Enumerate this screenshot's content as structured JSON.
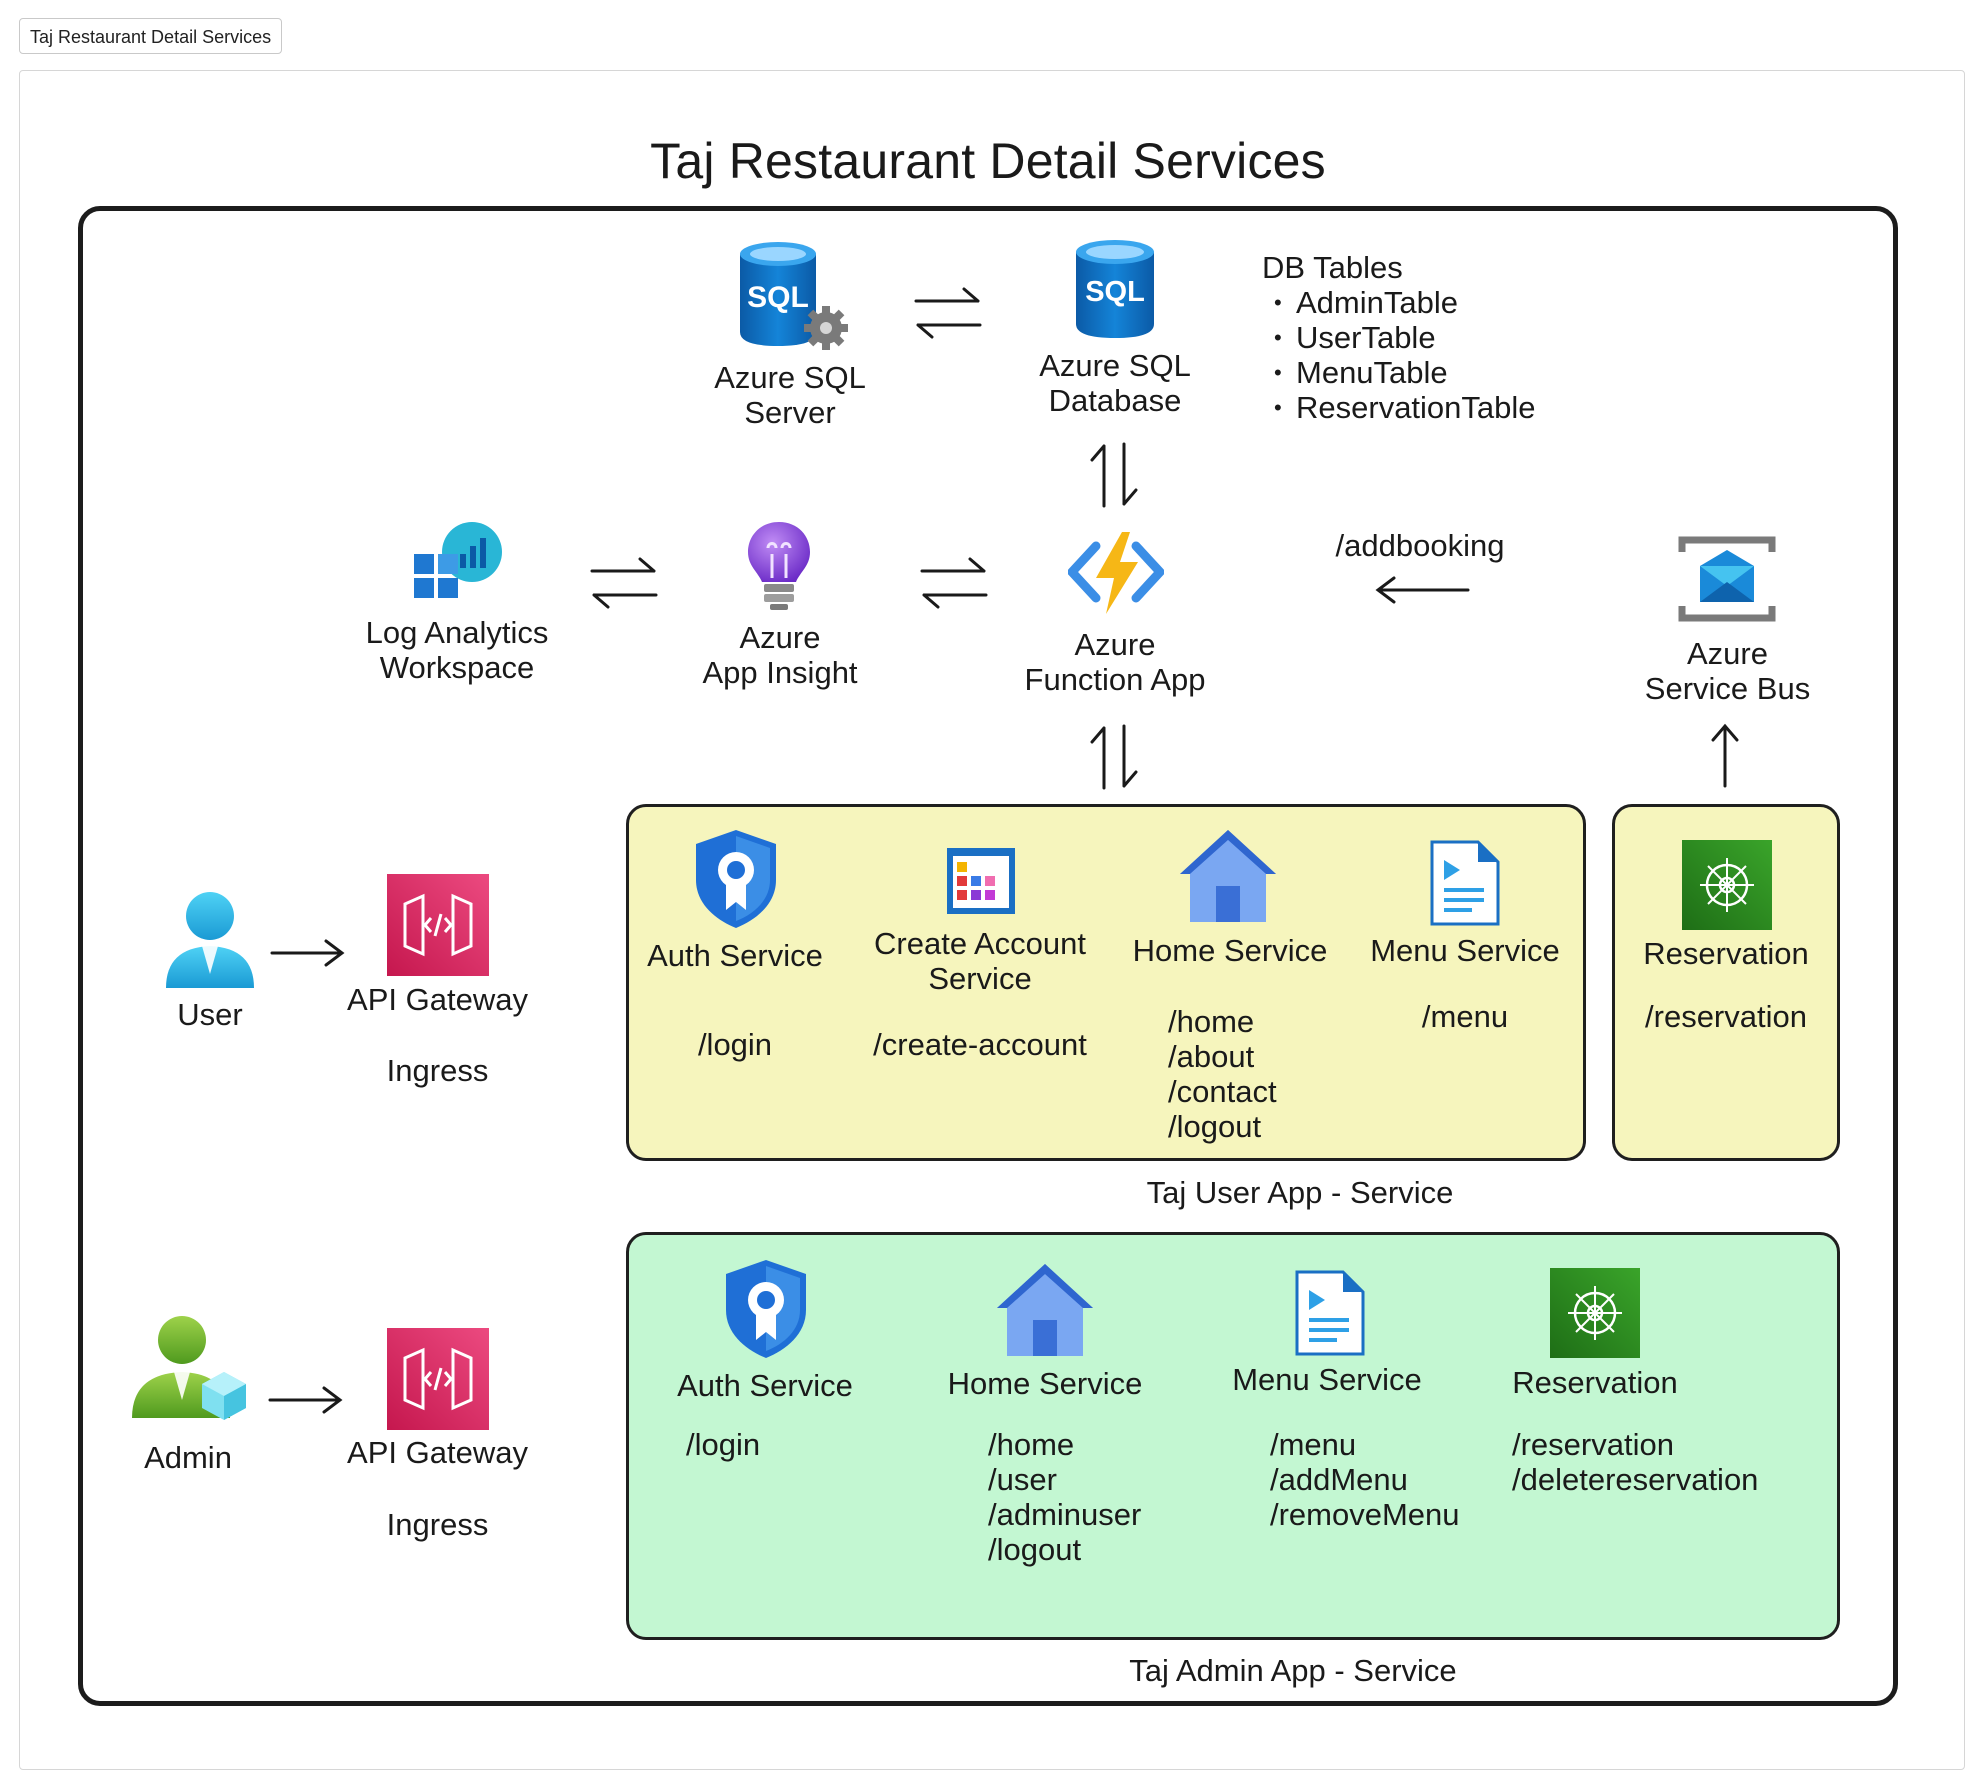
{
  "tab": {
    "label": "Taj Restaurant Detail Services"
  },
  "title": "Taj Restaurant Detail Services",
  "top_row": {
    "sql_server": {
      "line1": "Azure SQL",
      "line2": "Server",
      "icon": "sql-server-icon"
    },
    "sql_database": {
      "line1": "Azure SQL",
      "line2": "Database",
      "icon": "sql-database-icon"
    },
    "db_tables": {
      "heading": "DB Tables",
      "items": [
        "AdminTable",
        "UserTable",
        "MenuTable",
        "ReservationTable"
      ]
    }
  },
  "middle_row": {
    "log_analytics": {
      "line1": "Log Analytics",
      "line2": "Workspace",
      "icon": "log-analytics-icon"
    },
    "app_insight": {
      "line1": "Azure",
      "line2": "App Insight",
      "icon": "lightbulb-icon"
    },
    "function_app": {
      "line1": "Azure",
      "line2": "Function App",
      "icon": "function-app-icon"
    },
    "addbooking": "/addbooking",
    "service_bus": {
      "line1": "Azure",
      "line2": "Service Bus",
      "icon": "service-bus-icon"
    }
  },
  "user_side": {
    "actor": "User",
    "gateway": "API Gateway",
    "ingress": "Ingress"
  },
  "admin_side": {
    "actor": "Admin",
    "gateway": "API Gateway",
    "ingress": "Ingress"
  },
  "user_app": {
    "caption": "Taj User App - Service",
    "services": [
      {
        "name": "Auth Service",
        "routes": [
          "/login"
        ]
      },
      {
        "name_line1": "Create Account",
        "name_line2": "Service",
        "routes": [
          "/create-account"
        ]
      },
      {
        "name": "Home Service",
        "routes": [
          "/home",
          "/about",
          "/contact",
          "/logout"
        ]
      },
      {
        "name": "Menu Service",
        "routes": [
          "/menu"
        ]
      }
    ],
    "reservation": {
      "name": "Reservation",
      "routes": [
        "/reservation"
      ]
    }
  },
  "admin_app": {
    "caption": "Taj Admin App - Service",
    "services": [
      {
        "name": "Auth Service",
        "routes": [
          "/login"
        ]
      },
      {
        "name": "Home Service",
        "routes": [
          "/home",
          "/user",
          "/adminuser",
          "/logout"
        ]
      },
      {
        "name": "Menu Service",
        "routes": [
          "/menu",
          "/addMenu",
          "/removeMenu"
        ]
      },
      {
        "name": "Reservation",
        "routes": [
          "/reservation",
          "/deletereservation"
        ]
      }
    ]
  },
  "colors": {
    "user_group_fill": "#f6f5bd",
    "admin_group_fill": "#c3f7d2",
    "sql_blue": "#0a6fc2",
    "gateway_pink": "#e5326a",
    "reservation_green": "#2e8c21"
  }
}
